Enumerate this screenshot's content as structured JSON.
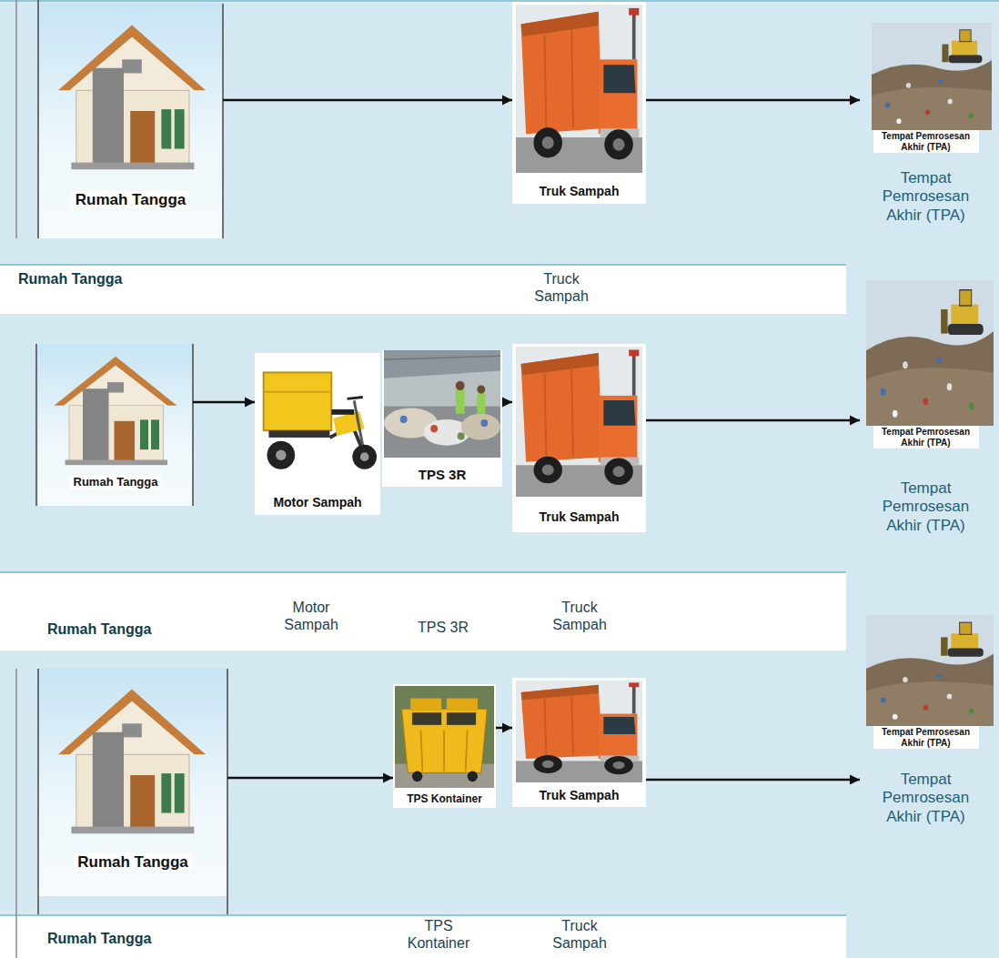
{
  "diagram": {
    "nodes": [
      {
        "text": [
          "Rumah Tangga"
        ]
      },
      {
        "text": [
          "Truk Sampah"
        ]
      },
      {
        "text": [
          "Tempat Pemrosesan Akhir (TPA)",
          "Tempat Pemrosesan Akhir (TPA)"
        ]
      },
      {
        "text": [
          "Rumah Tangga"
        ]
      },
      {
        "text": [
          "Motor Sampah"
        ]
      },
      {
        "text": [
          "TPS 3R"
        ]
      },
      {
        "text": [
          "Truk Sampah"
        ]
      },
      {
        "text": [
          "Tempat Pemrosesan Akhir (TPA)",
          "Tempat Pemrosesan Akhir (TPA)"
        ]
      },
      {
        "text": [
          "Rumah Tangga"
        ]
      },
      {
        "text": [
          "TPS Kontainer"
        ]
      },
      {
        "text": [
          "Truk Sampah"
        ]
      },
      {
        "text": [
          "Tempat Pemrosesan Akhir (TPA)",
          "Tempat Pemrosesan Akhir (TPA)"
        ]
      }
    ],
    "edges": [
      {
        "from": 0,
        "to": 1,
        "arrow": "to"
      },
      {
        "from": 1,
        "to": 2,
        "arrow": "to"
      },
      {
        "from": 3,
        "to": 4,
        "arrow": "to"
      },
      {
        "from": 5,
        "to": 6,
        "arrow": "to"
      },
      {
        "from": 6,
        "to": 7,
        "arrow": "to"
      },
      {
        "from": 8,
        "to": 9,
        "arrow": "to"
      },
      {
        "from": 9,
        "to": 10,
        "arrow": "to"
      },
      {
        "from": 10,
        "to": 11,
        "arrow": "to"
      }
    ],
    "labels": [
      "Rumah Tangga",
      "Truck Sampah",
      "Rumah Tangga",
      "Motor Sampah",
      "TPS 3R",
      "Truck Sampah",
      "Rumah Tangga",
      "TPS Kontainer",
      "Truck Sampah"
    ]
  }
}
